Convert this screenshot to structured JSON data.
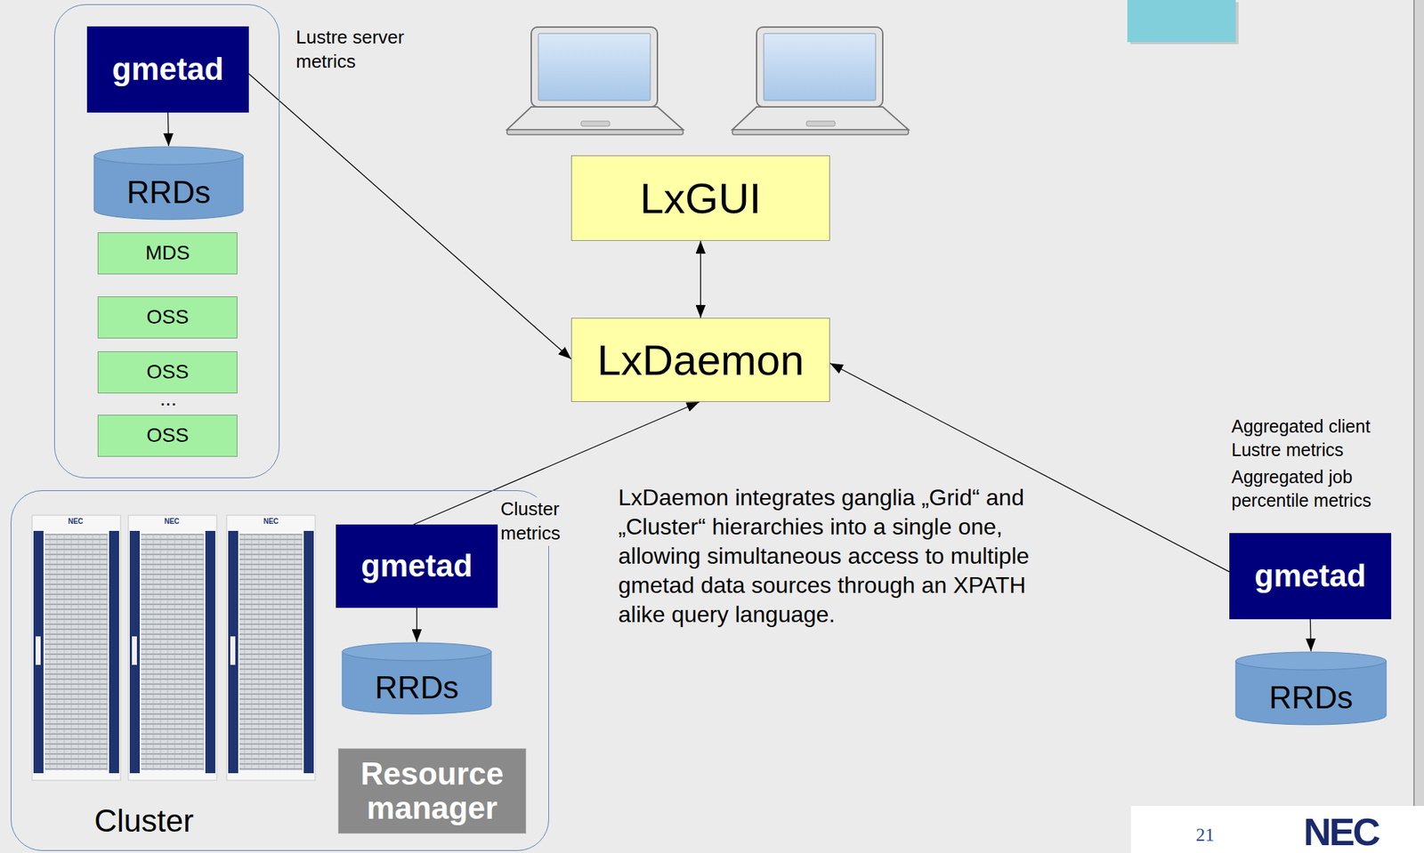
{
  "diagram": {
    "nodes": [
      {
        "text": []
      },
      {
        "text": [
          "gmetad"
        ],
        "in": 0
      },
      {
        "text": [
          "RRDs"
        ],
        "in": 0
      },
      {
        "text": [
          "MDS"
        ],
        "in": 0
      },
      {
        "text": [
          "OSS"
        ],
        "in": 0
      },
      {
        "text": [
          "OSS"
        ],
        "in": 0
      },
      {
        "text": [
          "OSS"
        ],
        "in": 0
      },
      {
        "text": [
          "LxGUI"
        ]
      },
      {
        "text": [
          "LxDaemon"
        ]
      },
      {
        "text": [
          "Cluster"
        ]
      },
      {
        "text": [
          "gmetad"
        ],
        "in": 9
      },
      {
        "text": [
          "RRDs"
        ],
        "in": 9
      },
      {
        "text": [
          "Resource manager"
        ],
        "in": 9
      },
      {
        "text": [
          "gmetad"
        ]
      },
      {
        "text": [
          "RRDs"
        ]
      }
    ],
    "edges": [
      {
        "from": 1,
        "to": 2,
        "arrow": "to"
      },
      {
        "from": 1,
        "to": 8,
        "label": "Lustre server metrics",
        "arrow": "to"
      },
      {
        "from": 7,
        "to": 8,
        "arrow": "both"
      },
      {
        "from": 10,
        "to": 11,
        "arrow": "to"
      },
      {
        "from": 10,
        "to": 8,
        "label": "Cluster metrics",
        "arrow": "to"
      },
      {
        "from": 13,
        "to": 14,
        "arrow": "to"
      },
      {
        "from": 13,
        "to": 8,
        "arrow": "to"
      }
    ],
    "labels": [
      "...",
      "LxDaemon integrates ganglia „Grid“ and „Cluster“ hierarchies into a single one, allowing simultaneous access to multiple gmetad data sources through an XPATH alike query language.",
      "Aggregated client Lustre metrics",
      "Aggregated job percentile metrics",
      "NEC",
      "NEC",
      "NEC",
      "21",
      "NEC"
    ]
  }
}
